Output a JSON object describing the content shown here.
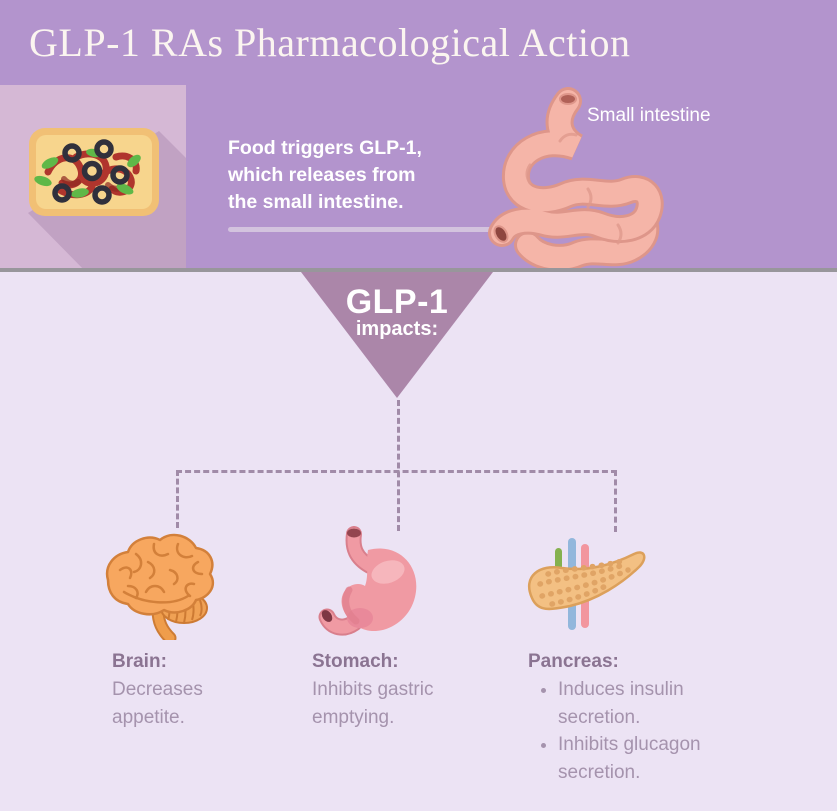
{
  "page": {
    "title": "GLP-1 RAs Pharmacological Action"
  },
  "hero": {
    "line1": "Food triggers GLP-1,",
    "line2": "which releases from",
    "line3": "the small intestine.",
    "intestine_label": "Small intestine"
  },
  "funnel": {
    "title": "GLP-1",
    "subtitle": "impacts:"
  },
  "impacts": {
    "brain": {
      "label": "Brain:",
      "text": "Decreases appetite."
    },
    "stomach": {
      "label": "Stomach:",
      "text": "Inhibits gastric emptying."
    },
    "pancreas": {
      "label": "Pancreas:",
      "bullets": [
        "Induces insulin secretion.",
        "Inhibits glucagon secretion."
      ]
    }
  },
  "icons": {
    "hero_left": "food-plate-icon",
    "hero_right": "small-intestine-icon",
    "impact_1": "brain-icon",
    "impact_2": "stomach-icon",
    "impact_3": "pancreas-icon"
  },
  "colors": {
    "header_bg": "#b394cd",
    "hero_bg": "#b394cd",
    "food_panel_bg": "#d5b8d5",
    "divider": "#98969b",
    "page_bg": "#ece3f4",
    "funnel": "#ab86a9",
    "dashed_connector": "#a18ba8",
    "label_text": "#8b7492",
    "body_text": "#a593ad",
    "hero_text": "#ffffff"
  }
}
